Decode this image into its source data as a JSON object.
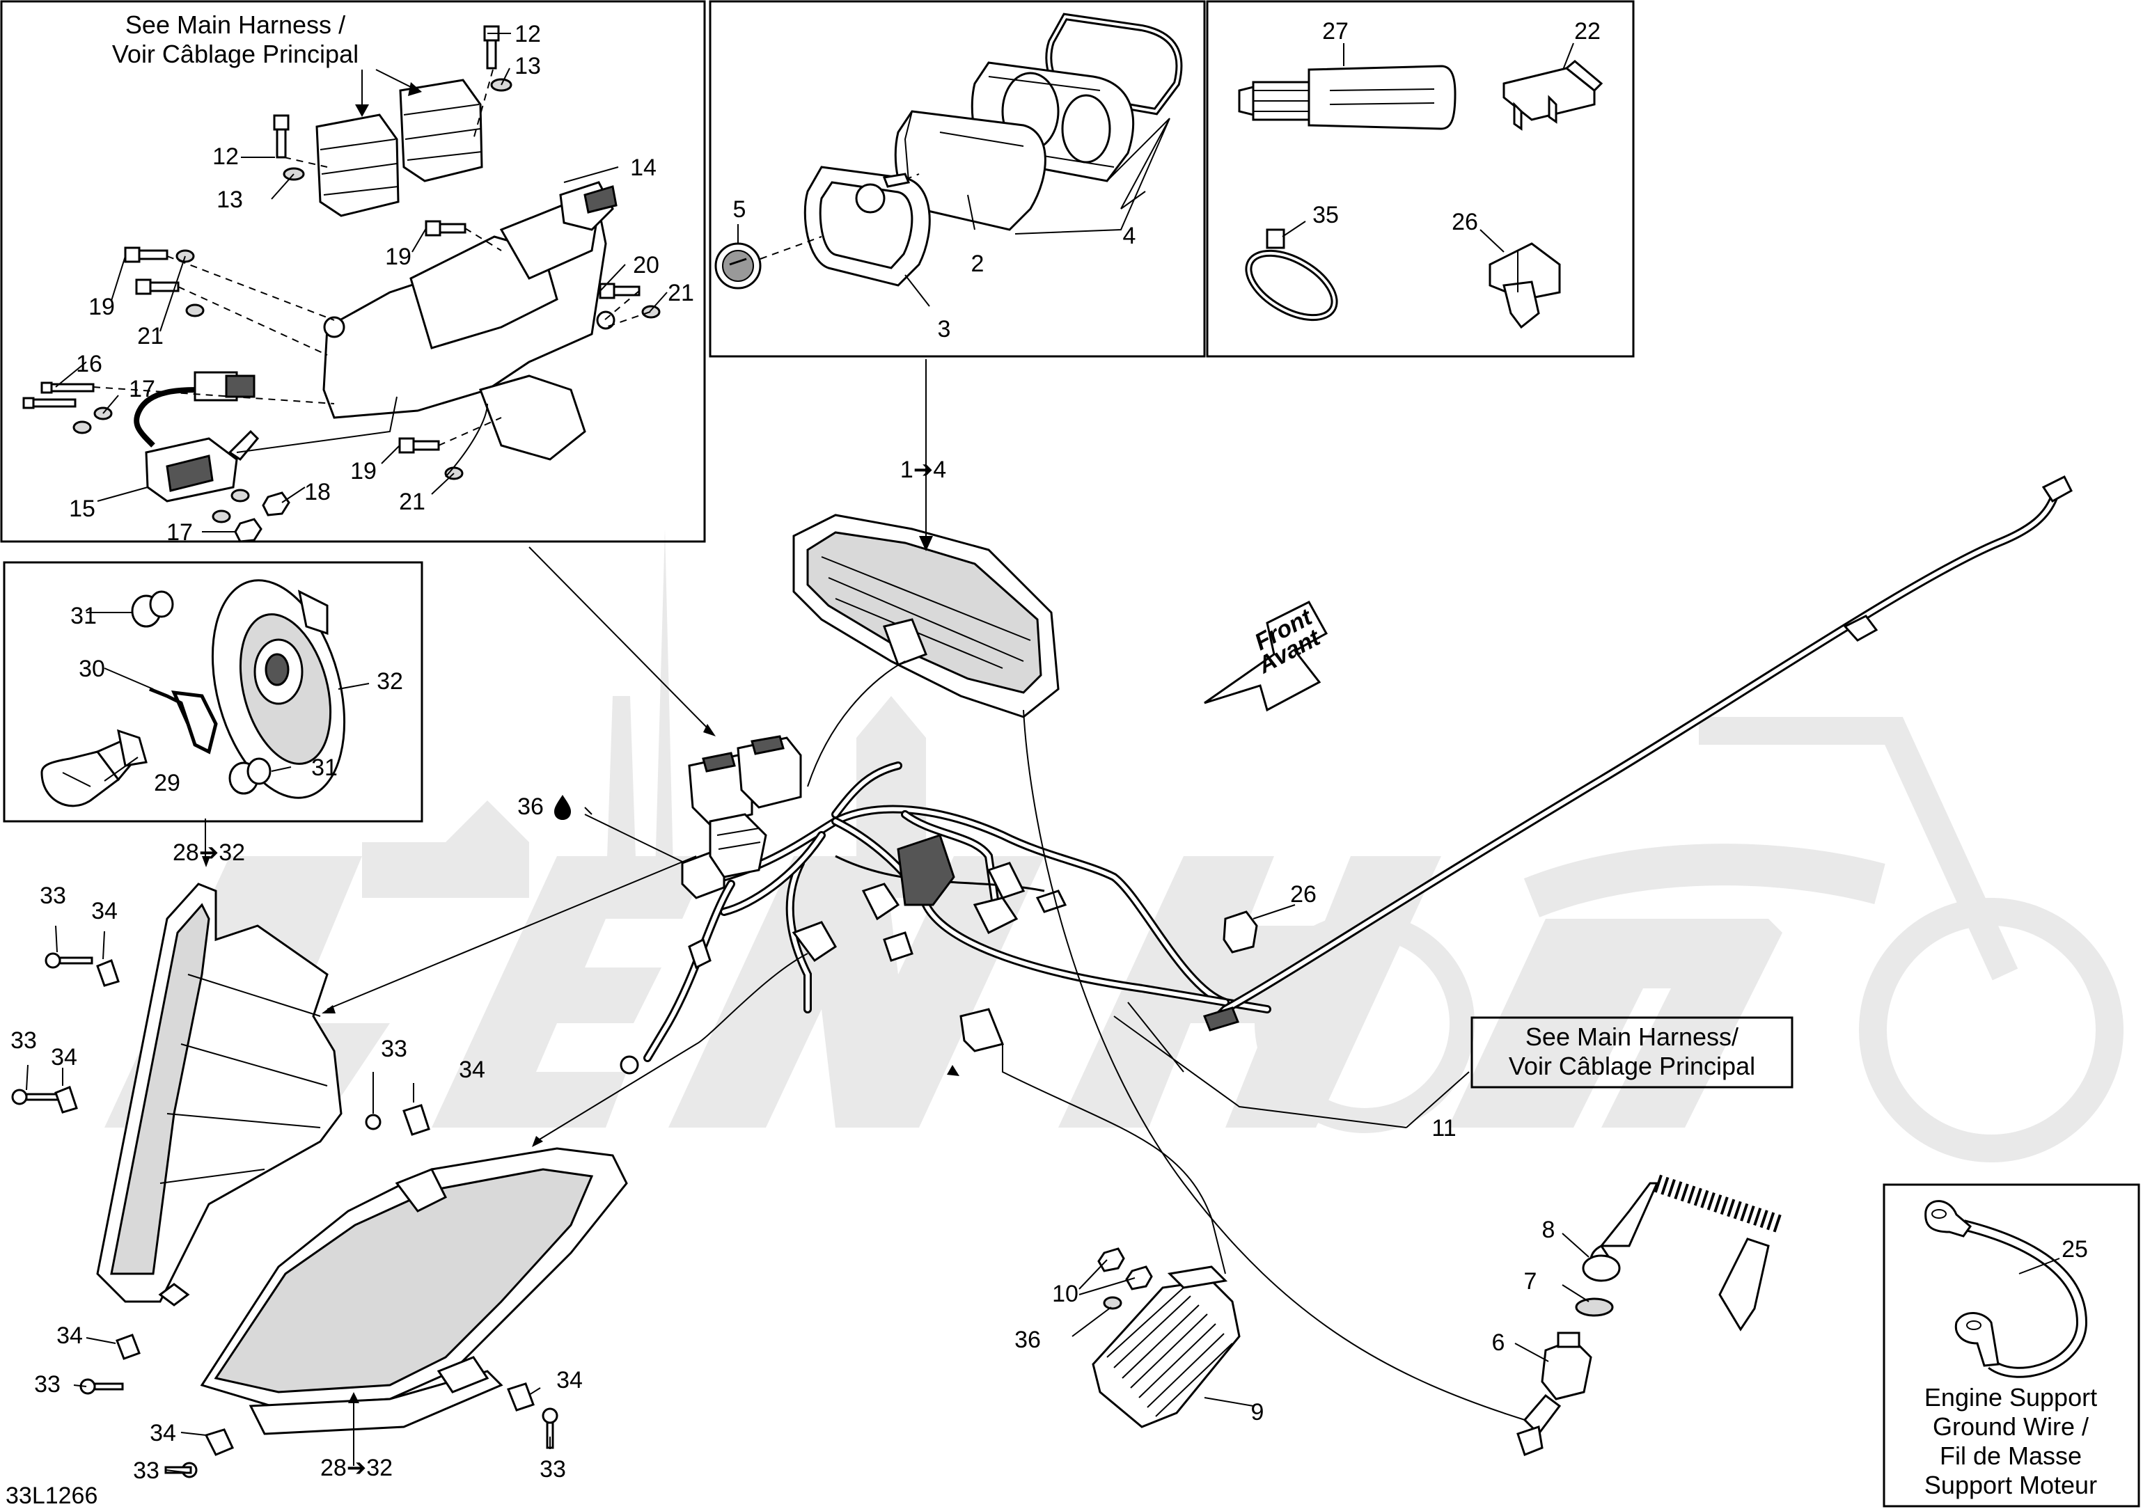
{
  "notes": {
    "main_harness_top": [
      "See Main Harness /",
      "Voir Câblage Principal"
    ],
    "main_harness_right": [
      "See Main Harness/",
      "Voir Câblage Principal"
    ],
    "ground_wire": [
      "Engine Support",
      "Ground Wire /",
      "Fil de Masse",
      "Support Moteur"
    ],
    "front_arrow": [
      "Front",
      "Avant"
    ]
  },
  "drawing_id": "33L1266",
  "callouts": {
    "c12a": "12",
    "c13a": "13",
    "c12b": "12",
    "c13b": "13",
    "c14": "14",
    "c19a": "19",
    "c20": "20",
    "c19b": "19",
    "c21a": "21",
    "c21b": "21",
    "c16": "16",
    "c17a": "17",
    "c15": "15",
    "c19c": "19",
    "c21c": "21",
    "c18": "18",
    "c17b": "17",
    "c5": "5",
    "c2": "2",
    "c4": "4",
    "c3": "3",
    "c27": "27",
    "c22": "22",
    "c35": "35",
    "c26a": "26",
    "c1to4": "1➔4",
    "c31a": "31",
    "c30": "30",
    "c32": "32",
    "c29": "29",
    "c31b": "31",
    "c28to32a": "28➔32",
    "c36a": "36",
    "c26b": "26",
    "c33a": "33",
    "c34a": "34",
    "c33b": "33",
    "c34b": "34",
    "c33c": "33",
    "c34c": "34",
    "c34d": "34",
    "c33d": "33",
    "c34e": "34",
    "c34f": "34",
    "c33e": "33",
    "c33f": "33",
    "c28to32b": "28➔32",
    "c11": "11",
    "c10": "10",
    "c36b": "36",
    "c9": "9",
    "c8": "8",
    "c7": "7",
    "c6": "6",
    "c25": "25"
  }
}
